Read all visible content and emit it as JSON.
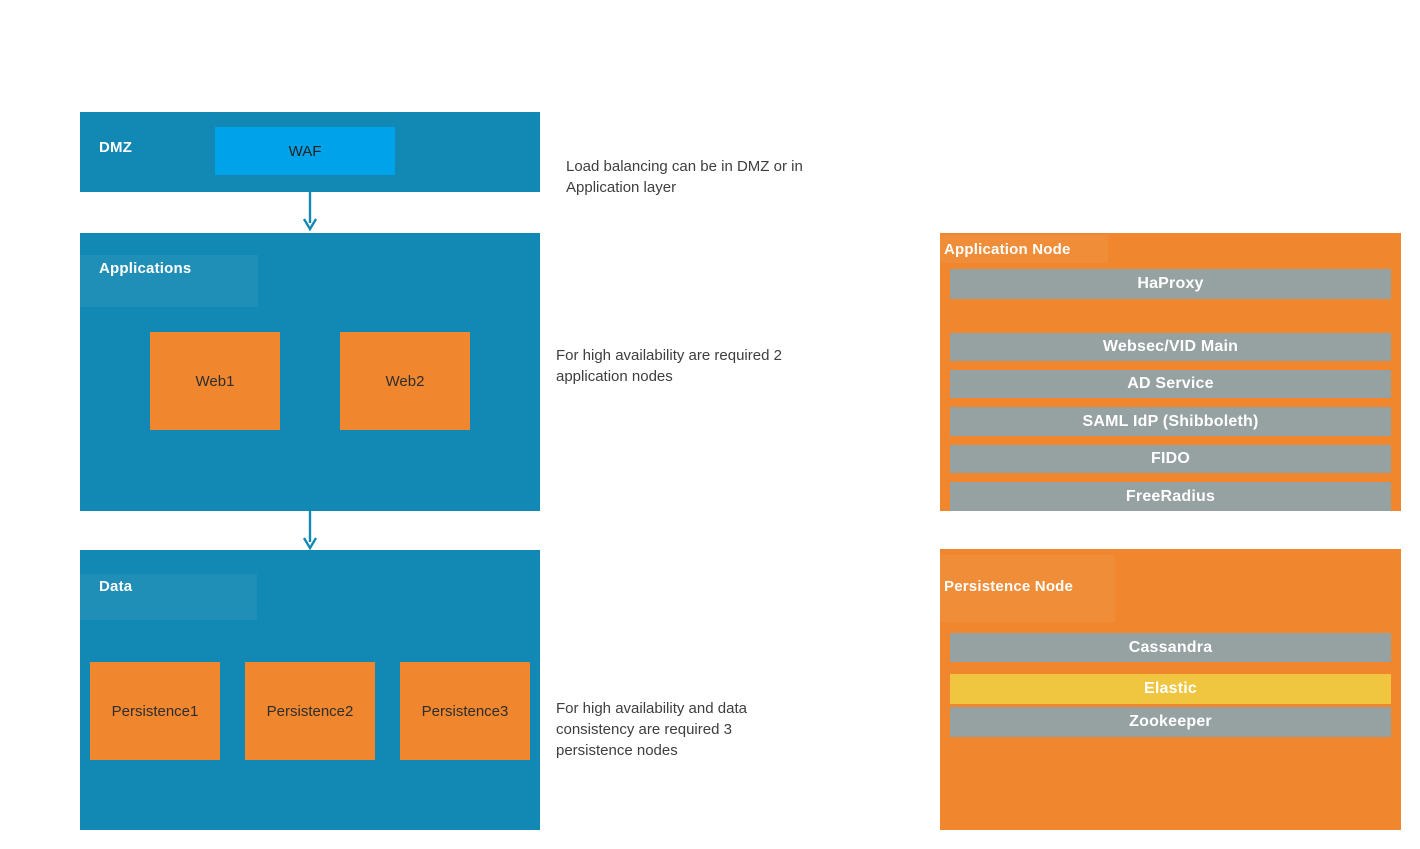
{
  "diagram": {
    "layers": [
      {
        "label": "DMZ",
        "nodes": [
          {
            "label": "WAF"
          }
        ]
      },
      {
        "label": "Applications",
        "nodes": [
          {
            "label": "Web1"
          },
          {
            "label": "Web2"
          }
        ]
      },
      {
        "label": "Data",
        "nodes": [
          {
            "label": "Persistence1"
          },
          {
            "label": "Persistence2"
          },
          {
            "label": "Persistence3"
          }
        ]
      }
    ],
    "annotations": [
      {
        "lines": [
          "Load balancing can be in DMZ or in",
          "Application layer"
        ]
      },
      {
        "lines": [
          "For high availability are required 2",
          "application nodes"
        ]
      },
      {
        "lines": [
          "For high availability and data",
          "consistency are required 3",
          "persistence nodes"
        ]
      }
    ],
    "detail_boxes": [
      {
        "title": "Application Node",
        "services": [
          {
            "label": "HaProxy"
          },
          {
            "label": "Websec/VID Main"
          },
          {
            "label": "AD Service"
          },
          {
            "label": "SAML IdP (Shibboleth)"
          },
          {
            "label": "FIDO"
          },
          {
            "label": "FreeRadius"
          }
        ]
      },
      {
        "title": "Persistence Node",
        "services": [
          {
            "label": "Cassandra"
          },
          {
            "label": "Elastic",
            "highlighted": true
          },
          {
            "label": "Zookeeper"
          }
        ]
      }
    ],
    "colors": {
      "layer_blue": "#1289B4",
      "waf_blue": "#00A3E9",
      "node_orange": "#F0862D",
      "service_gray": "#96A1A1",
      "elastic_yellow": "#F0C640",
      "annotation_text": "#3E3E3E"
    }
  }
}
